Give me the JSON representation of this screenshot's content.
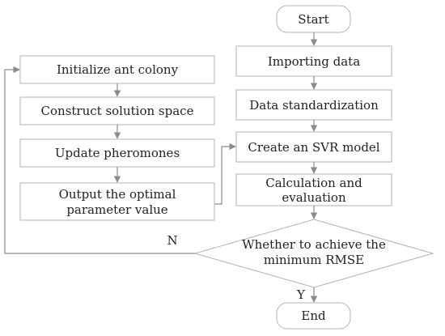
{
  "nodes": {
    "start": "Start",
    "importing": "Importing data",
    "standardization": "Data standardization",
    "create_svr": "Create an SVR model",
    "calc_line1": "Calculation and",
    "calc_line2": "evaluation",
    "decision_line1": "Whether to achieve the",
    "decision_line2": "minimum RMSE",
    "end": "End",
    "init_colony": "Initialize ant colony",
    "construct_space": "Construct solution space",
    "update_pheromones": "Update pheromones",
    "output_line1": "Output the optimal",
    "output_line2": "parameter value"
  },
  "edges": {
    "no_label": "N",
    "yes_label": "Y"
  }
}
